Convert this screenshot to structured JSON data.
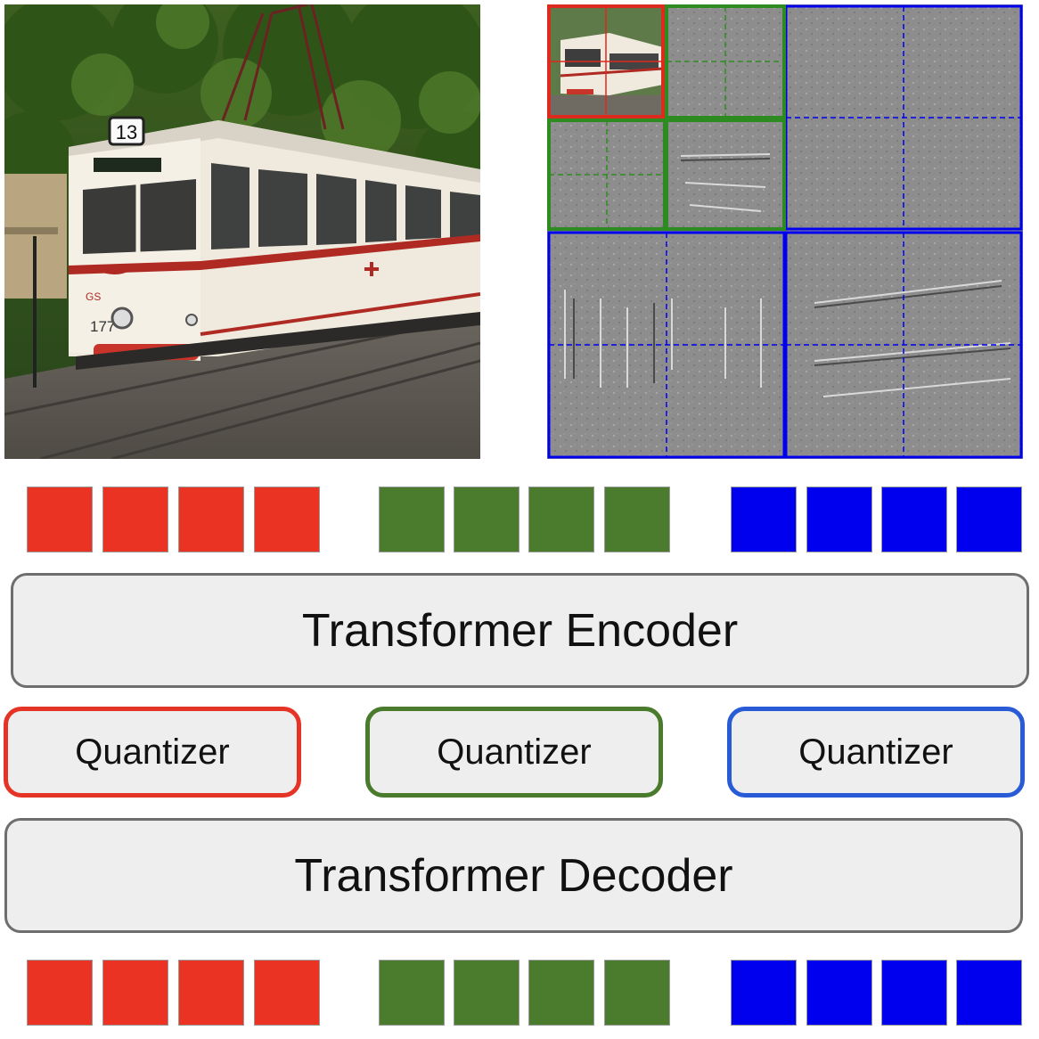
{
  "labels": {
    "encoder": "Transformer Encoder",
    "quantizer": "Quantizer",
    "decoder": "Transformer Decoder"
  },
  "tram": {
    "route_number": "13",
    "fleet_number": "177",
    "side_mark": "GS"
  },
  "colors": {
    "group1": "#ea3323",
    "group2": "#4b7c2e",
    "group3": "#0000ee",
    "quantizer_border1": "#e53325",
    "quantizer_border2": "#4a7b2c",
    "quantizer_border3": "#2a5bd7",
    "box_fill": "#eeeeee",
    "box_border": "#6e6e6e"
  }
}
